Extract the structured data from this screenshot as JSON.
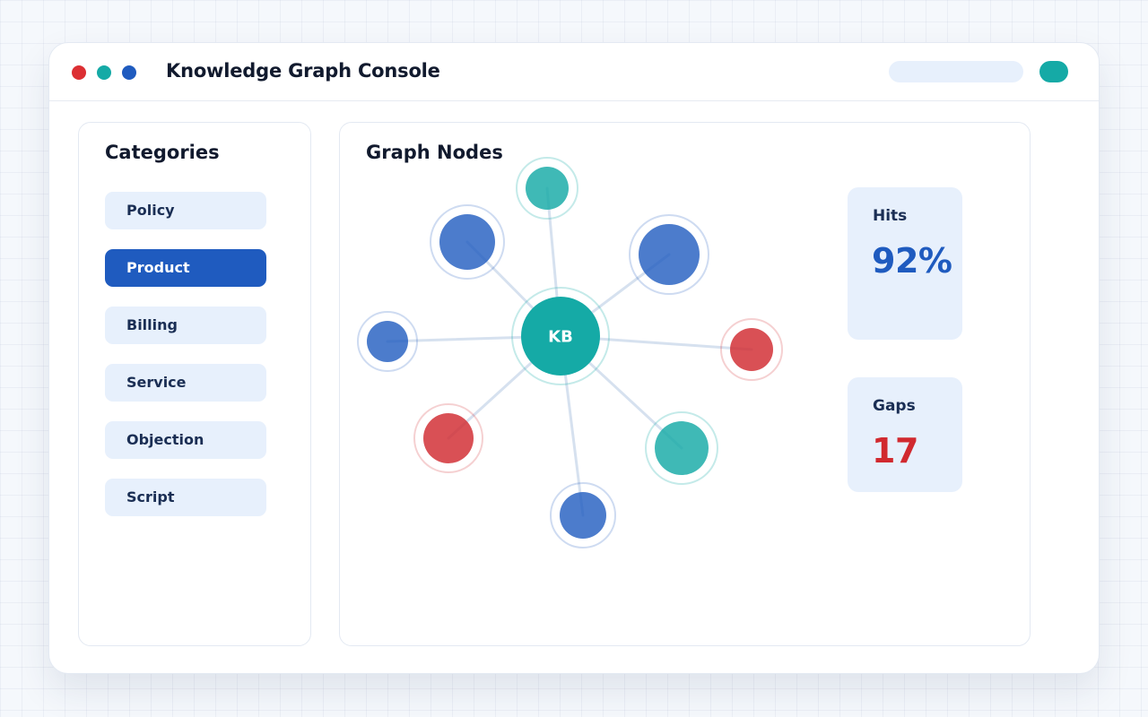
{
  "window": {
    "title": "Knowledge Graph Console"
  },
  "categories": {
    "title": "Categories",
    "items": [
      {
        "label": "Policy",
        "active": false
      },
      {
        "label": "Product",
        "active": true
      },
      {
        "label": "Billing",
        "active": false
      },
      {
        "label": "Service",
        "active": false
      },
      {
        "label": "Objection",
        "active": false
      },
      {
        "label": "Script",
        "active": false
      }
    ]
  },
  "graph": {
    "title": "Graph Nodes",
    "hub_label": "KB",
    "node_count": 8
  },
  "stats": {
    "hits": {
      "label": "Hits",
      "value": "92%"
    },
    "gaps": {
      "label": "Gaps",
      "value": "17"
    }
  },
  "colors": {
    "teal": "#15aaa6",
    "blue": "#1f5bbf",
    "red": "#d1292f",
    "active": "#1f5bbf",
    "pill": "#e7f0fc"
  }
}
